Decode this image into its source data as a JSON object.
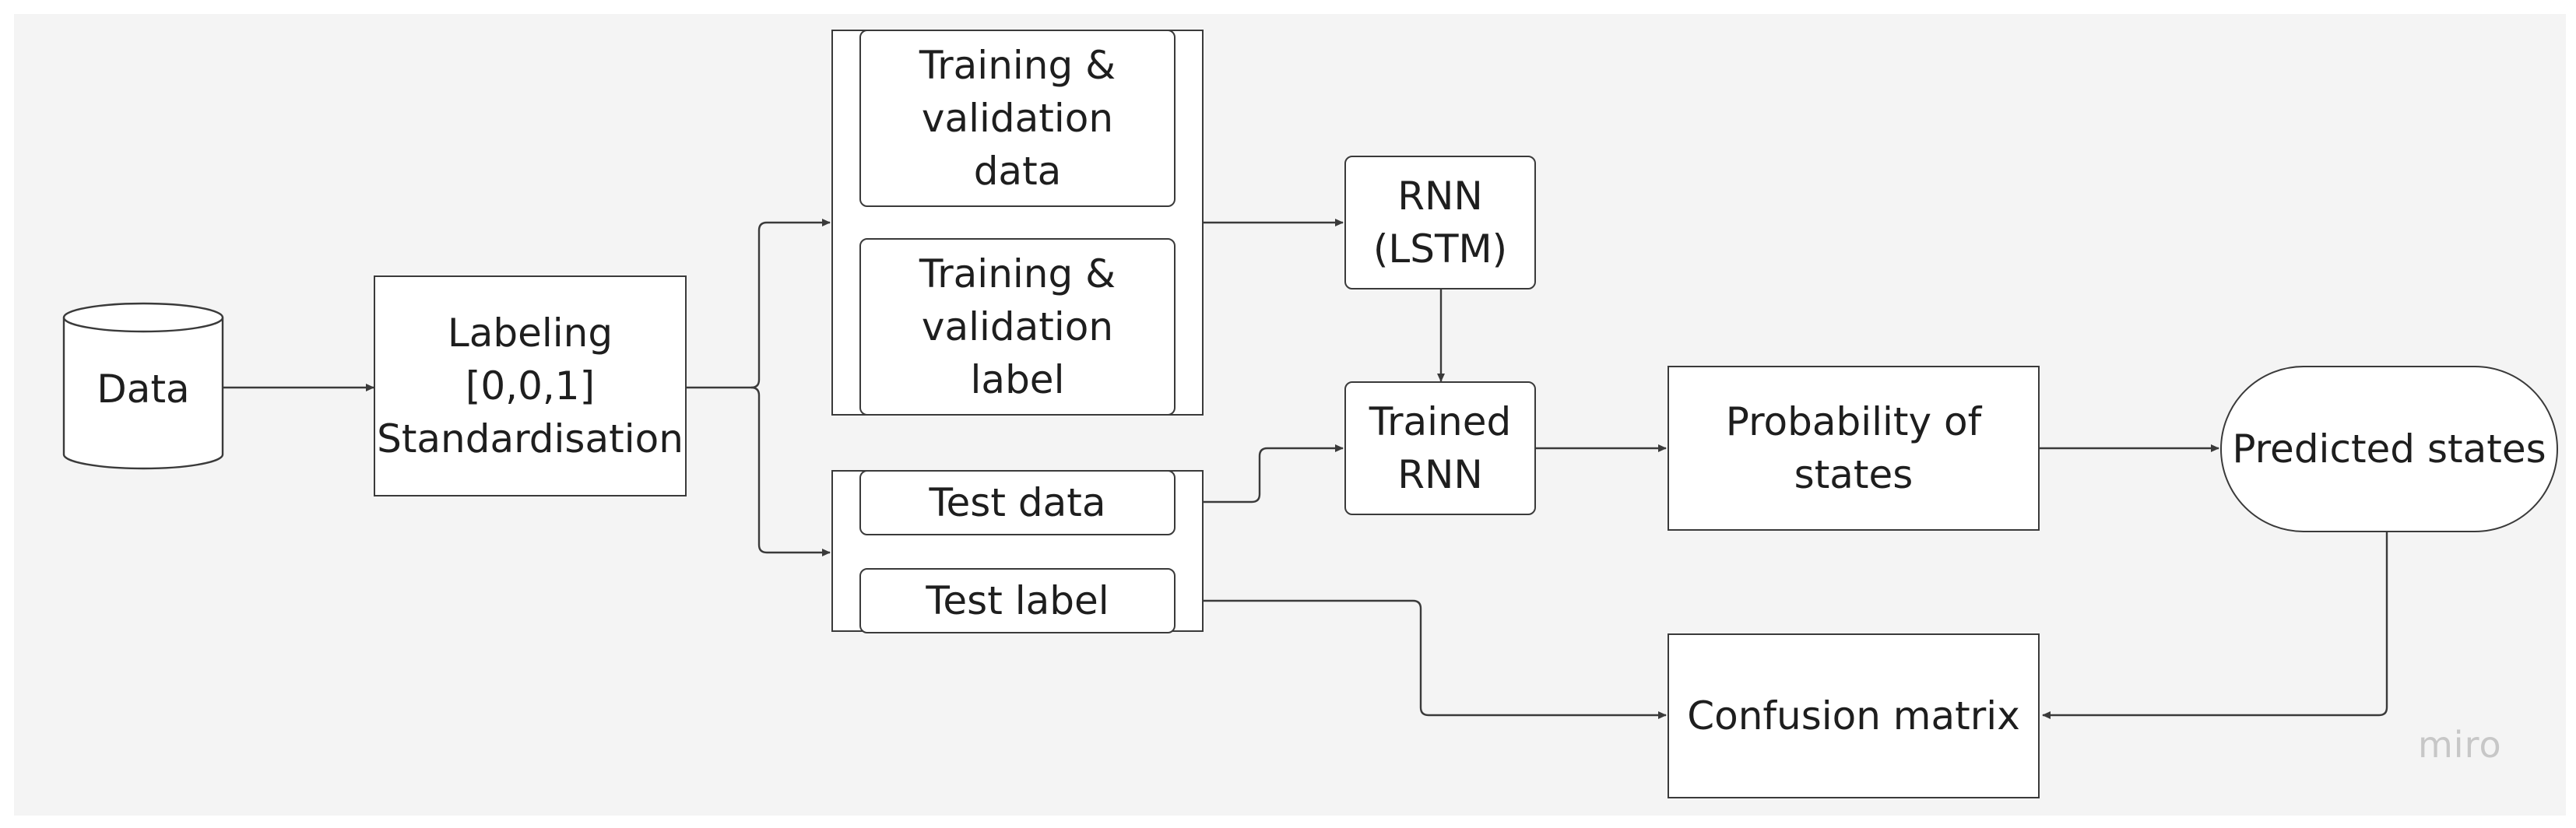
{
  "diagram": {
    "nodes": {
      "data": "Data",
      "labeling": "Labeling\n[0,0,1]\nStandardisation",
      "train_val_data": "Training &\nvalidation\ndata",
      "train_val_label": "Training &\nvalidation\nlabel",
      "test_data": "Test data",
      "test_label": "Test label",
      "rnn": "RNN\n(LSTM)",
      "trained_rnn": "Trained\nRNN",
      "probability": "Probability of\nstates",
      "predicted": "Predicted states",
      "confusion": "Confusion matrix"
    },
    "watermark": "miro"
  }
}
